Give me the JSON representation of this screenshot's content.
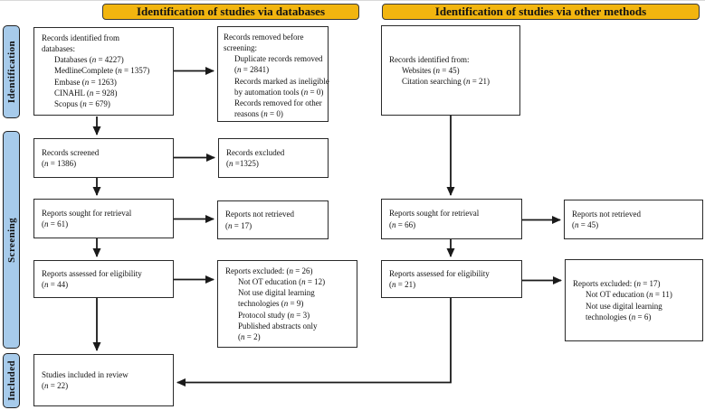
{
  "colors": {
    "banner_bg": "#F2B50F",
    "stage_bg": "#A7CBEB"
  },
  "banners": {
    "databases": "Identification of studies via databases",
    "other": "Identification of studies via other methods"
  },
  "stages": [
    {
      "label": "Identification"
    },
    {
      "label": "Screening"
    },
    {
      "label": "Included"
    }
  ],
  "boxes": {
    "db_identified": {
      "lines": [
        "Records identified from",
        "databases:",
        "Databases (n = 4227)",
        "MedlineComplete (n = 1357)",
        "Embase (n = 1263)",
        "CINAHL (n = 928)",
        "Scopus (n = 679)"
      ]
    },
    "records_removed": {
      "lines": [
        "Records removed before",
        "screening:",
        "Duplicate records removed",
        "(n = 2841)",
        "Records marked as ineligible",
        "by automation tools (n = 0)",
        "Records removed for other",
        "reasons (n = 0)"
      ]
    },
    "records_screened": {
      "lines": [
        "Records screened",
        "(n = 1386)"
      ]
    },
    "records_excluded": {
      "lines": [
        "Records excluded",
        "(n =1325)"
      ]
    },
    "reports_sought_db": {
      "lines": [
        "Reports sought for retrieval",
        "(n = 61)"
      ]
    },
    "reports_not_retrieved_db": {
      "lines": [
        "Reports not retrieved",
        "(n = 17)"
      ]
    },
    "reports_assessed_db": {
      "lines": [
        "Reports assessed for eligibility",
        "(n = 44)"
      ]
    },
    "reports_excluded_db": {
      "lines": [
        "Reports excluded: (n = 26)",
        "Not OT education (n = 12)",
        "Not use digital learning",
        "technologies (n = 9)",
        "Protocol study (n = 3)",
        "Published abstracts only",
        "(n = 2)"
      ]
    },
    "studies_included": {
      "lines": [
        "Studies included in review",
        "(n = 22)"
      ]
    },
    "other_identified": {
      "lines": [
        "Records identified from:",
        "Websites (n = 45)",
        "Citation searching (n = 21)"
      ]
    },
    "reports_sought_other": {
      "lines": [
        "Reports sought for retrieval",
        "(n = 66)"
      ]
    },
    "reports_not_retrieved_other": {
      "lines": [
        "Reports not retrieved",
        "(n = 45)"
      ]
    },
    "reports_assessed_other": {
      "lines": [
        "Reports assessed for eligibility",
        "(n = 21)"
      ]
    },
    "reports_excluded_other": {
      "lines": [
        "Reports excluded: (n = 17)",
        "Not OT education (n = 11)",
        "Not use digital learning",
        "technologies (n = 6)"
      ]
    }
  }
}
